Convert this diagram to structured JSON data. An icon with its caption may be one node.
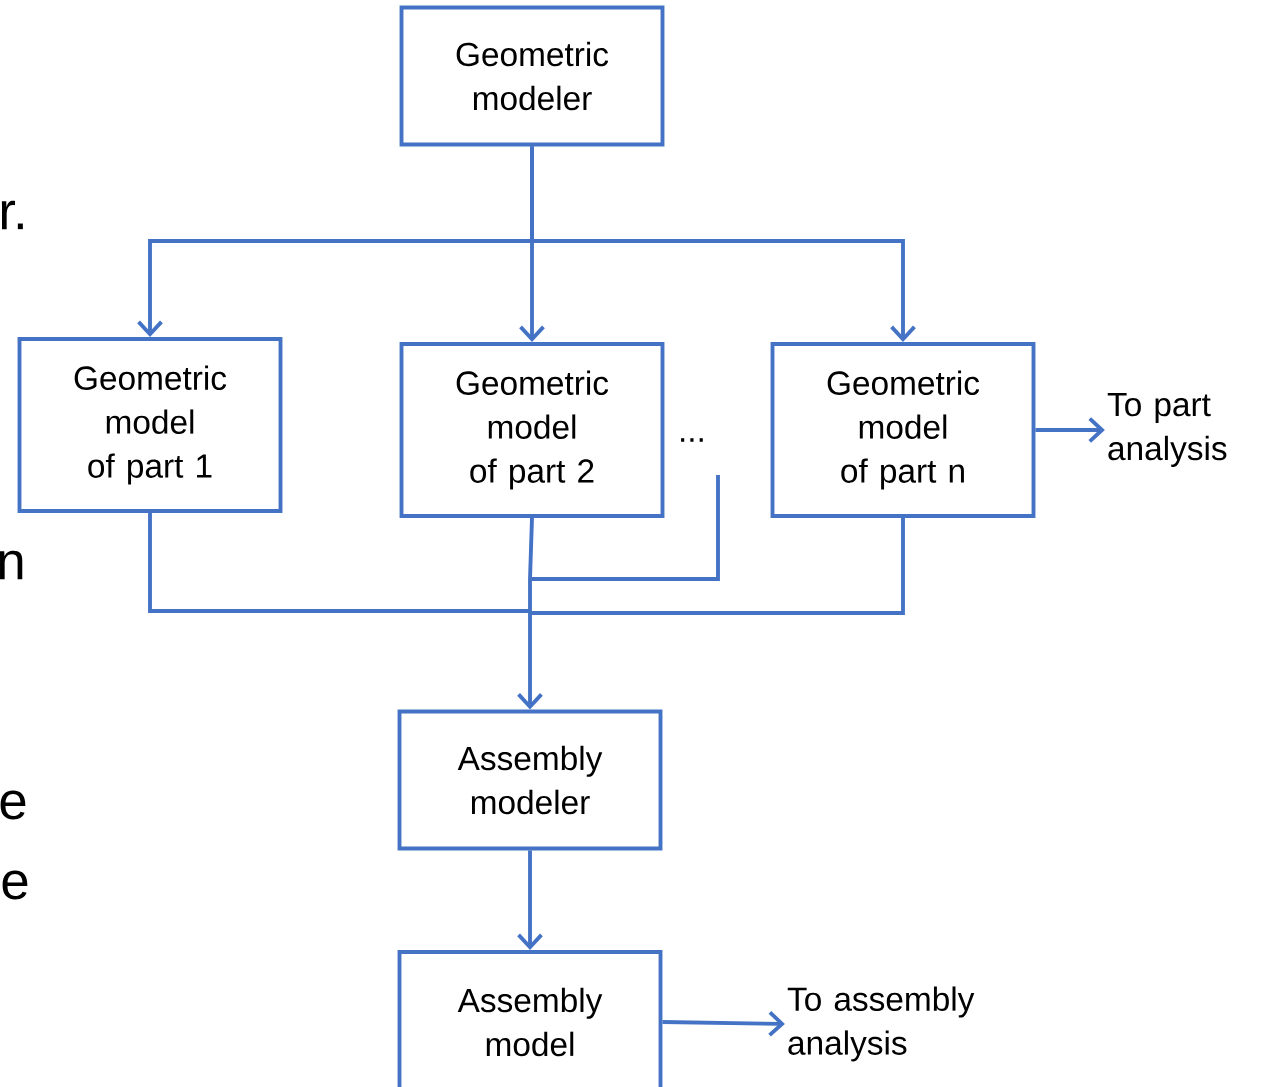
{
  "diagram": {
    "nodes": [
      {
        "text": [
          "Geometric modeler"
        ]
      },
      {
        "text": [
          "Geometric model of part 1"
        ]
      },
      {
        "text": [
          "Geometric model of part 2"
        ]
      },
      {
        "text": [
          "..."
        ]
      },
      {
        "text": [
          "Geometric model of part n"
        ]
      },
      {
        "text": [
          "To part analysis"
        ]
      },
      {
        "text": [
          "Assembly modeler"
        ]
      },
      {
        "text": [
          "Assembly model"
        ]
      },
      {
        "text": [
          "To assembly analysis"
        ]
      }
    ],
    "edges": [
      {
        "from": 0,
        "to": 1,
        "arrow": "to"
      },
      {
        "from": 0,
        "to": 2,
        "arrow": "to"
      },
      {
        "from": 0,
        "to": 4,
        "arrow": "to"
      },
      {
        "from": 1,
        "to": 6,
        "arrow": "to"
      },
      {
        "from": 2,
        "to": 6,
        "arrow": "to"
      },
      {
        "from": 3,
        "to": 6,
        "arrow": "to"
      },
      {
        "from": 4,
        "to": 6,
        "arrow": "to"
      },
      {
        "from": 4,
        "to": 5,
        "arrow": "to"
      },
      {
        "from": 6,
        "to": 7,
        "arrow": "to"
      },
      {
        "from": 7,
        "to": 8,
        "arrow": "to"
      }
    ],
    "labels": [
      "r.",
      "n",
      "e",
      "e"
    ]
  }
}
